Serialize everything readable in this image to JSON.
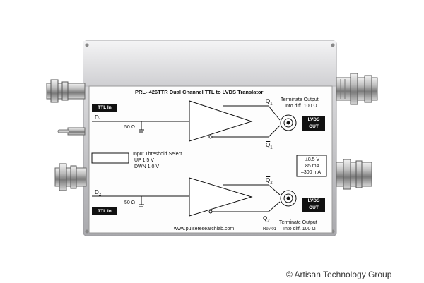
{
  "product_title": "PRL- 426TTR Dual Channel TTL to LVDS Translator",
  "ttl_in_top": "TTL In",
  "ttl_in_bottom": "TTL In",
  "d1": "D",
  "d1_sub": "1",
  "d2": "D",
  "d2_sub": "2",
  "ohm_top": "50 Ω",
  "ohm_bottom": "50 Ω",
  "q1": "Q",
  "q1_sub": "1",
  "q1bar": "Q",
  "q1bar_sub": "1",
  "q2bar": "Q",
  "q2bar_sub": "2",
  "q2": "Q",
  "q2_sub": "2",
  "terminate_top_1": "Terminate Output",
  "terminate_top_2": "Into diff. 100 Ω",
  "terminate_bottom_1": "Terminate Output",
  "terminate_bottom_2": "Into diff. 100 Ω",
  "lvds_out_top_1": "LVDS",
  "lvds_out_top_2": "OUT",
  "lvds_out_bottom_1": "LVDS",
  "lvds_out_bottom_2": "OUT",
  "threshold_title": "Input Threshold Select",
  "threshold_up": "UP 1.5 V",
  "threshold_dwn": "DWN 1.0 V",
  "power_1": "±8.5 V",
  "power_2": "85 mA",
  "power_3": "–300 mA",
  "website": "www.pulseresearchlab.com",
  "rev": "Rev 01",
  "watermark": "© Artisan Technology Group"
}
